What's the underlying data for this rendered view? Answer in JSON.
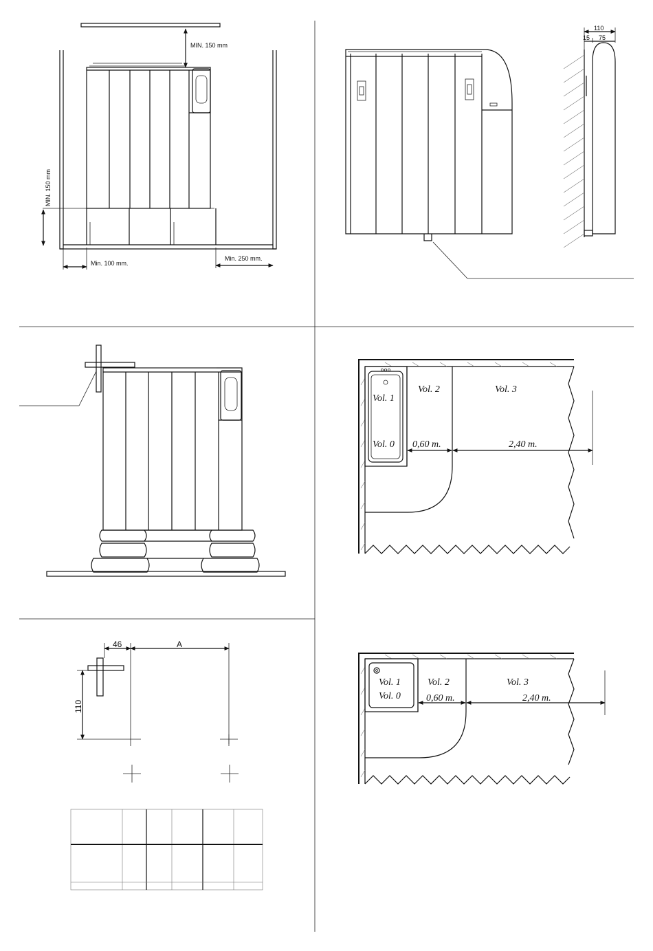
{
  "panels": {
    "clearance": {
      "top_clearance": "MIN. 150 mm",
      "floor_clearance": "MIN. 150 mm",
      "left_clearance": "Min. 100 mm.",
      "right_clearance": "Min. 250 mm."
    },
    "side_view": {
      "depth_total": "110",
      "depth_offset": "15",
      "depth_body": "75"
    },
    "bath_zones": {
      "vol_1": "Vol. 1",
      "vol_0": "Vol. 0",
      "vol_2": "Vol. 2",
      "vol_3": "Vol. 3",
      "dist_vol2": "0,60 m.",
      "dist_vol3": "2,40 m."
    },
    "bracket_layout": {
      "offset_label": "46",
      "spacing_label": "A",
      "height_label": "110"
    },
    "shower_zones": {
      "vol_1": "Vol. 1",
      "vol_0": "Vol. 0",
      "vol_2": "Vol. 2",
      "vol_3": "Vol. 3",
      "dist_vol2": "0,60 m.",
      "dist_vol3": "2,40 m."
    }
  }
}
